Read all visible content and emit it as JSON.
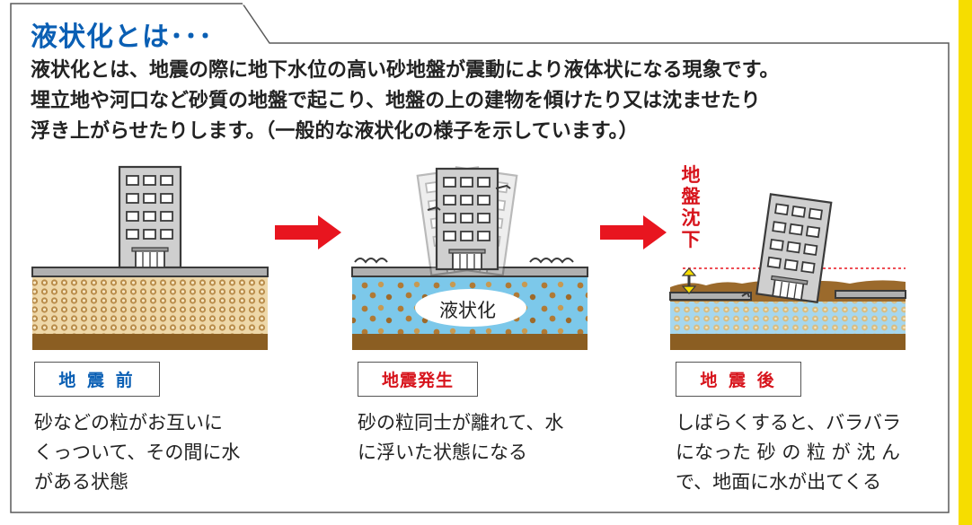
{
  "title": "液状化とは･･･",
  "description": [
    "液状化とは、地震の際に地下水位の高い砂地盤が震動により液体状になる現象です。",
    "埋立地や河口など砂質の地盤で起こり、地盤の上の建物を傾けたり又は沈ませたり",
    "浮き上がらせたりします。（一般的な液状化の様子を示しています。）"
  ],
  "panels": [
    {
      "label": "地 震 前",
      "caption": [
        "砂などの粒がお互いに",
        "くっついて、その間に水",
        "がある状態"
      ]
    },
    {
      "label": "地震発生",
      "caption": [
        "砂の粒同士が離れて、水",
        "に浮いた状態になる"
      ],
      "liquefaction_label": "液状化"
    },
    {
      "label": "地 震 後",
      "caption": [
        "しばらくすると、バラバラ",
        "になった 砂 の 粒 が 沈 ん",
        "で、地面に水が出てくる"
      ],
      "subsidence_label": "地盤沈下"
    }
  ],
  "colors": {
    "title": "#0a5fb4",
    "before_label": "#0a5fb4",
    "after_label": "#d7141c",
    "arrow": "#e8151f",
    "yellow_stripe": "#f6dd00",
    "soil_dark": "#8b5e22",
    "sand": "#e8cfa0",
    "water": "#7cc8ea"
  }
}
